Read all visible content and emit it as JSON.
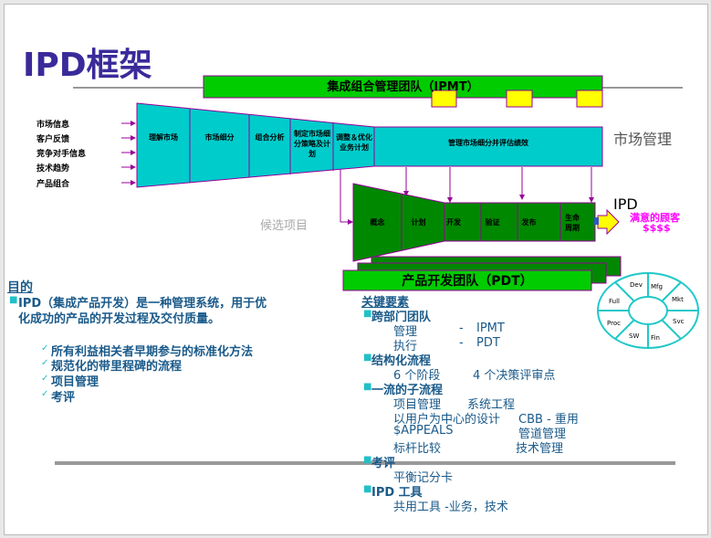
{
  "title": "IPD框架",
  "ipmt": {
    "label": "集成组合管理团队（IPMT）"
  },
  "inputs": [
    "市场信息",
    "客户反馈",
    "竞争对手信息",
    "技术趋势",
    "产品组合"
  ],
  "market_stages": [
    "理解市场",
    "市场细分",
    "组合分析",
    "制定市场细分策略及计划",
    "调整＆优化业务计划",
    "管理市场细分并评估绩效"
  ],
  "market_label": "市场管理",
  "candidate_label": "候选项目",
  "pdt_stages": [
    "概念",
    "计划",
    "开发",
    "验证",
    "发布",
    "生命周期"
  ],
  "pdt": {
    "label": "产品开发团队（PDT）"
  },
  "ipd_label": "IPD",
  "customer": {
    "line1": "满意的顾客",
    "line2": "$$$$"
  },
  "wheel": [
    "Dev",
    "Mfg",
    "Mkt",
    "Svc",
    "Fin",
    "SW",
    "Proc",
    "Full"
  ],
  "purpose": {
    "heading": "目的",
    "bullet": "IPD（集成产品开发）是一种管理系统，用于优",
    "bullet_cont": "化成功的产品的开发过程及交付质量。",
    "checks": [
      "所有利益相关者早期参与的标准化方法",
      "规范化的带里程碑的流程",
      "项目管理",
      "考评"
    ]
  },
  "key": {
    "heading": "关键要素",
    "team": {
      "label": "跨部门团队",
      "rows": [
        [
          "管理",
          "-",
          "IPMT"
        ],
        [
          "执行",
          "-",
          "PDT"
        ]
      ]
    },
    "process": {
      "label": "结构化流程",
      "a": "6 个阶段",
      "b": "4 个决策评审点"
    },
    "sub": {
      "label": "一流的子流程",
      "rows": [
        [
          "项目管理",
          "系统工程"
        ],
        [
          "以用户为中心的设计",
          "CBB - 重用"
        ],
        [
          "$APPEALS",
          "管道管理"
        ],
        [
          "标杆比较",
          "技术管理"
        ]
      ]
    },
    "eval": {
      "label": "考评",
      "item": "平衡记分卡"
    },
    "tools": {
      "label": "IPD 工具",
      "item": "共用工具 -业务，技术"
    }
  },
  "colors": {
    "cyan": "#00cccc",
    "green": "#008800",
    "bright_green": "#00cc00",
    "purple": "#990099",
    "text": "#1a5a8a",
    "magenta": "#ff00ff"
  }
}
